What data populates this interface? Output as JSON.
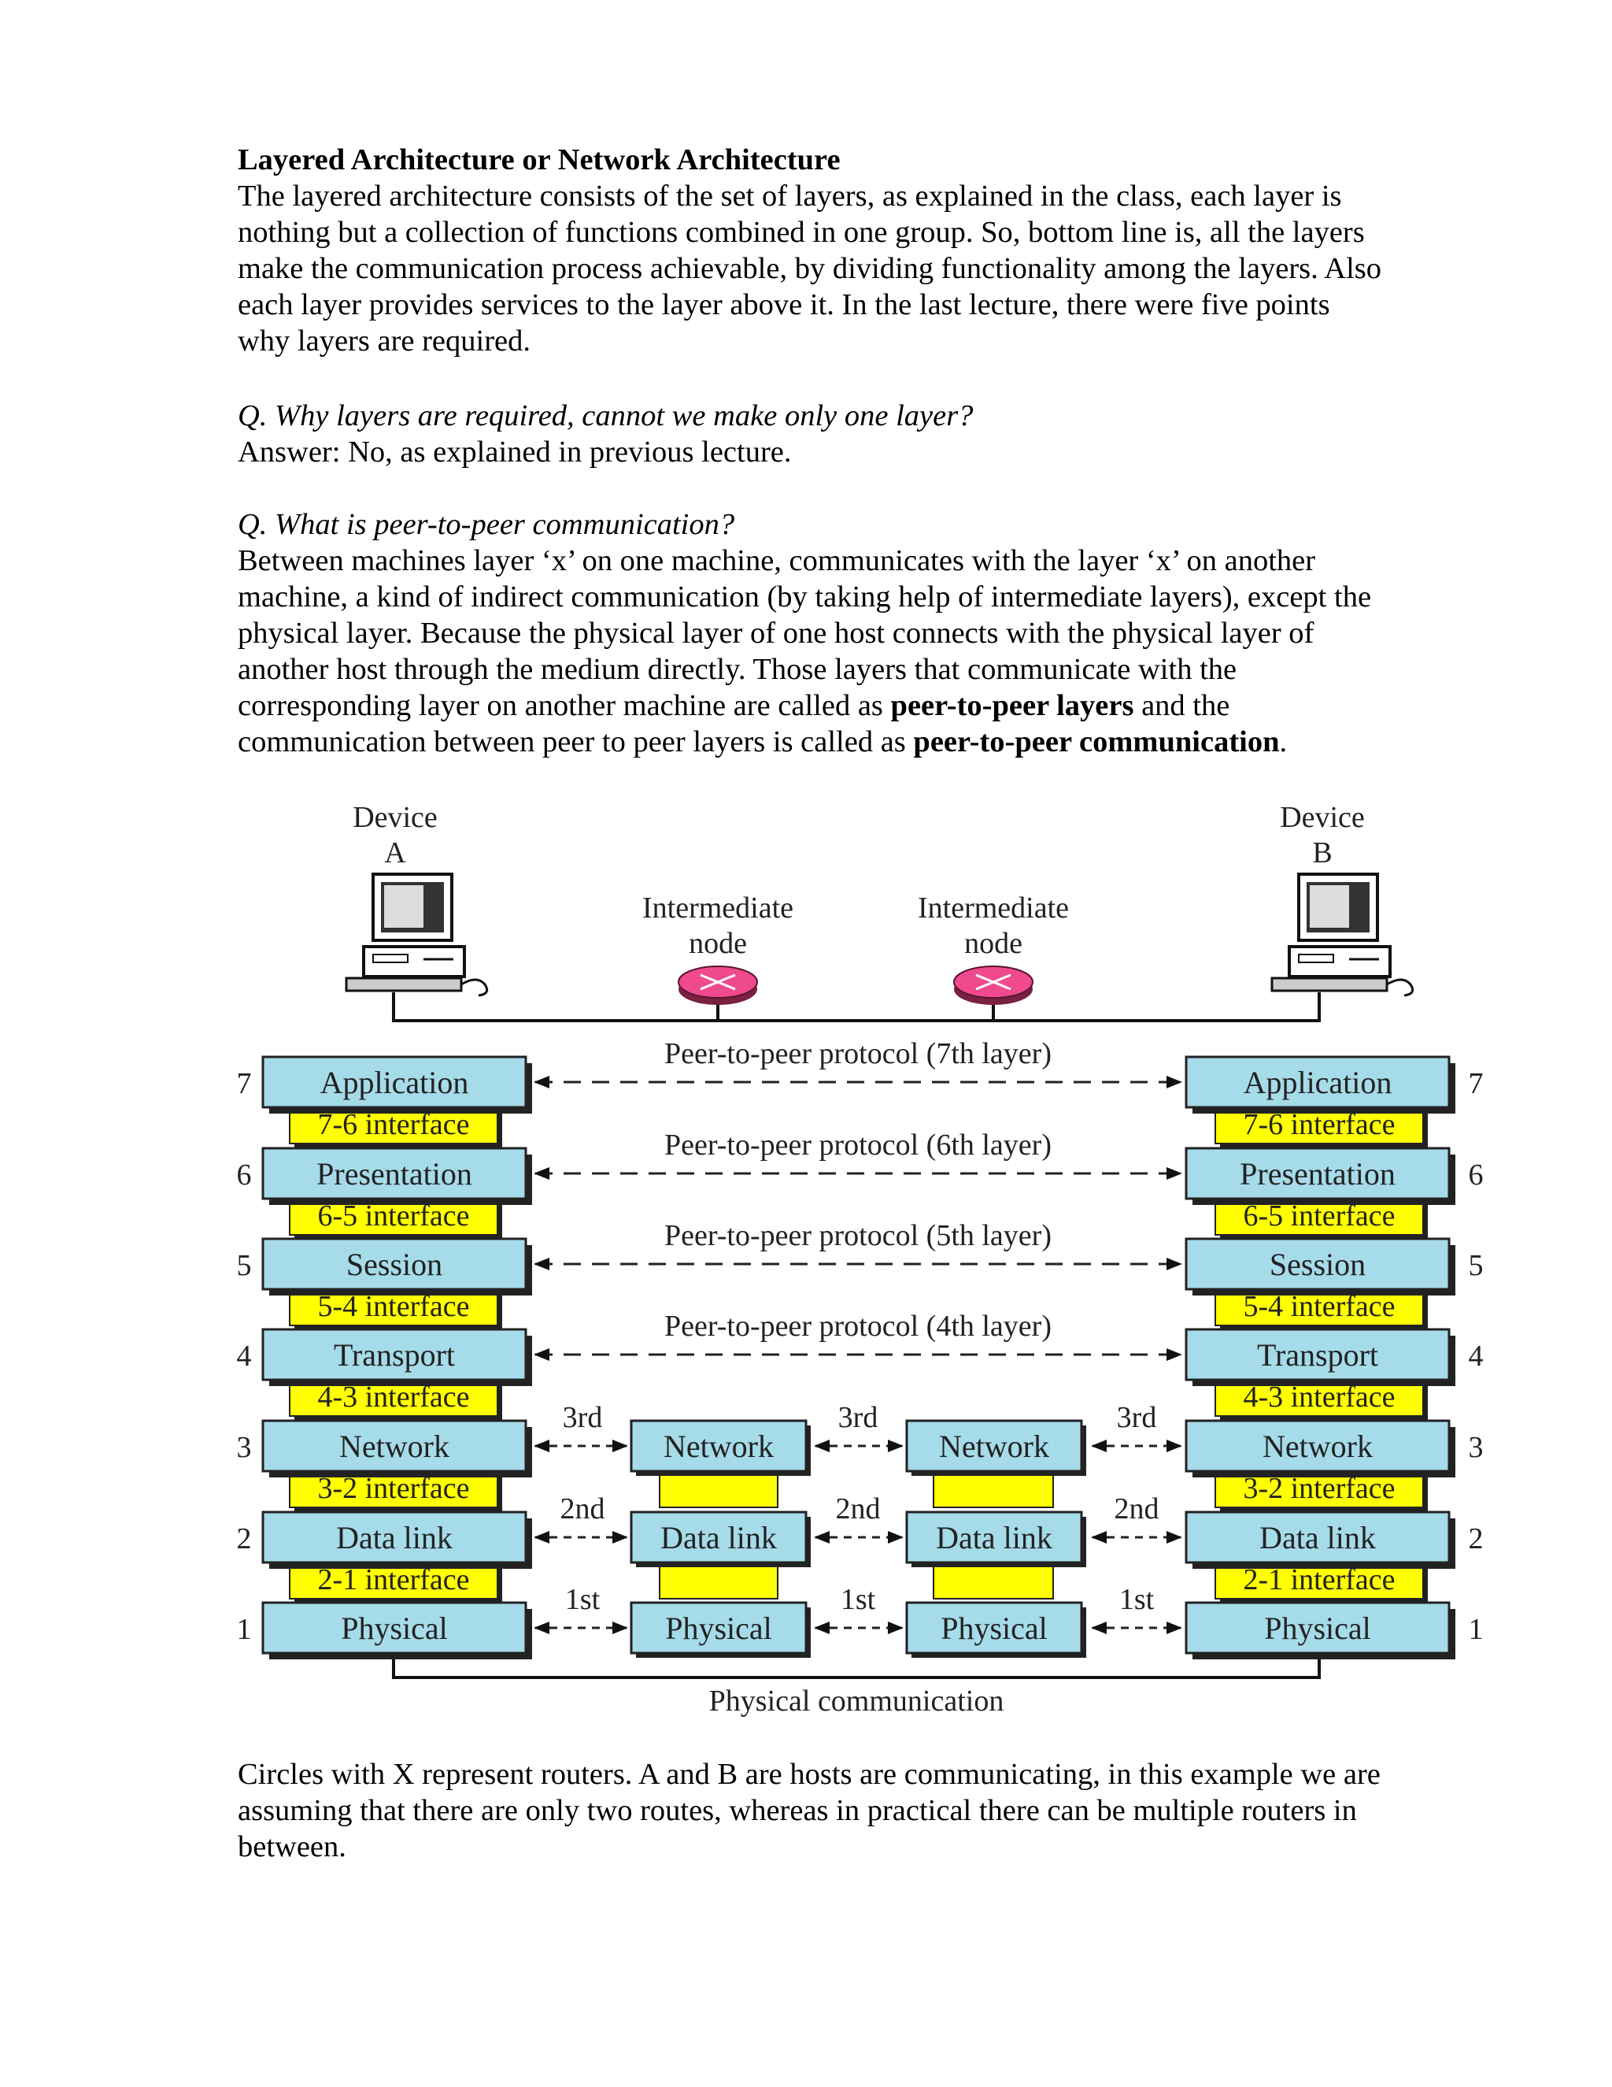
{
  "page": {
    "title": "Layered Architecture or Network Architecture",
    "intro": "The layered architecture consists of the set of layers, as explained in the class, each layer is nothing but a collection of functions combined in one group. So, bottom line is, all the layers make the communication process achievable, by dividing functionality among the layers. Also each layer provides services to the layer above it. In the last lecture, there were five points why layers are required.",
    "q1": "Q. Why layers are required, cannot we make only one layer?",
    "a1": "Answer: No, as explained in previous lecture.",
    "q2": "Q. What is peer-to-peer communication?",
    "a2_part1": "Between machines layer ‘x’ on one machine, communicates with the layer ‘x’ on another machine, a kind of indirect communication (by taking help of intermediate layers), except the physical layer. Because the physical layer of one host connects with the physical layer of another host through the medium directly. Those layers that communicate with the corresponding layer on another machine are called as ",
    "a2_bold1": "peer-to-peer layers",
    "a2_part2": " and the communication between peer to peer layers is called as ",
    "a2_bold2": "peer-to-peer communication",
    "a2_part3": ".",
    "outro": "Circles with X represent routers. A and B are hosts are communicating, in this example we are assuming that there are only two routes, whereas in practical there can be multiple routers in between."
  },
  "diagram": {
    "device_a": [
      "Device",
      "A"
    ],
    "device_b": [
      "Device",
      "B"
    ],
    "intermediate": [
      "Intermediate",
      "node"
    ],
    "protocols": [
      "Peer-to-peer protocol (7th layer)",
      "Peer-to-peer protocol (6th layer)",
      "Peer-to-peer protocol (5th layer)",
      "Peer-to-peer protocol (4th layer)"
    ],
    "layers": [
      "Application",
      "Presentation",
      "Session",
      "Transport",
      "Network",
      "Data link",
      "Physical"
    ],
    "layer_numbers": [
      "7",
      "6",
      "5",
      "4",
      "3",
      "2",
      "1"
    ],
    "interfaces": [
      "7-6 interface",
      "6-5 interface",
      "5-4 interface",
      "4-3 interface",
      "3-2 interface",
      "2-1 interface"
    ],
    "hop_labels": [
      "3rd",
      "2nd",
      "1st"
    ],
    "physical_communication": "Physical communication",
    "colors": {
      "layer_fill": "#a6dbe9",
      "interface_fill": "#ffff00",
      "router": "#ef4a8d"
    }
  }
}
